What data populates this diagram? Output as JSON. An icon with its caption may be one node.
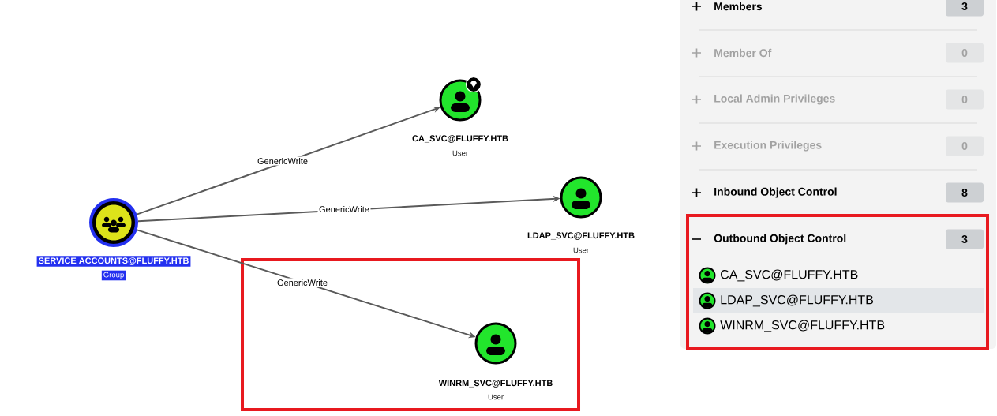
{
  "diagram": {
    "nodes": [
      {
        "text": [
          "SERVICE ACCOUNTS@FLUFFY.HTB",
          "Group"
        ]
      },
      {
        "text": [
          "CA_SVC@FLUFFY.HTB",
          "User"
        ]
      },
      {
        "text": [
          "LDAP_SVC@FLUFFY.HTB",
          "User"
        ]
      },
      {
        "text": [
          "WINRM_SVC@FLUFFY.HTB",
          "User"
        ]
      }
    ],
    "edges": [
      {
        "from": 0,
        "to": 1,
        "arrow": "to",
        "label": "GenericWrite"
      },
      {
        "from": 0,
        "to": 2,
        "arrow": "to",
        "label": "GenericWrite"
      },
      {
        "from": 0,
        "to": 3,
        "arrow": "to",
        "label": "GenericWrite"
      }
    ],
    "labels": [
      "Members",
      "3",
      "Member Of",
      "0",
      "Local Admin Privileges",
      "0",
      "Execution Privileges",
      "0",
      "Inbound Object Control",
      "8",
      "Outbound Object Control",
      "3",
      "CA_SVC@FLUFFY.HTB",
      "LDAP_SVC@FLUFFY.HTB",
      "WINRM_SVC@FLUFFY.HTB"
    ]
  }
}
